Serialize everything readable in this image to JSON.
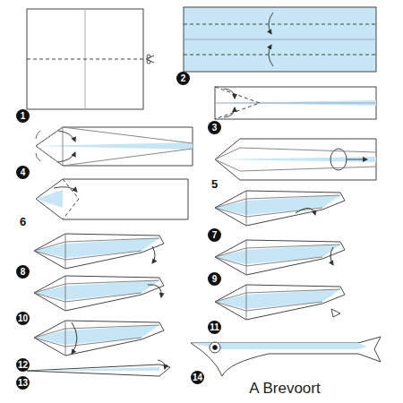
{
  "diagram": {
    "caption": "A Brevoort",
    "labels": [
      "1",
      "2",
      "3",
      "4",
      "5",
      "6",
      "7",
      "8",
      "9",
      "10",
      "11",
      "12",
      "13",
      "14"
    ]
  }
}
